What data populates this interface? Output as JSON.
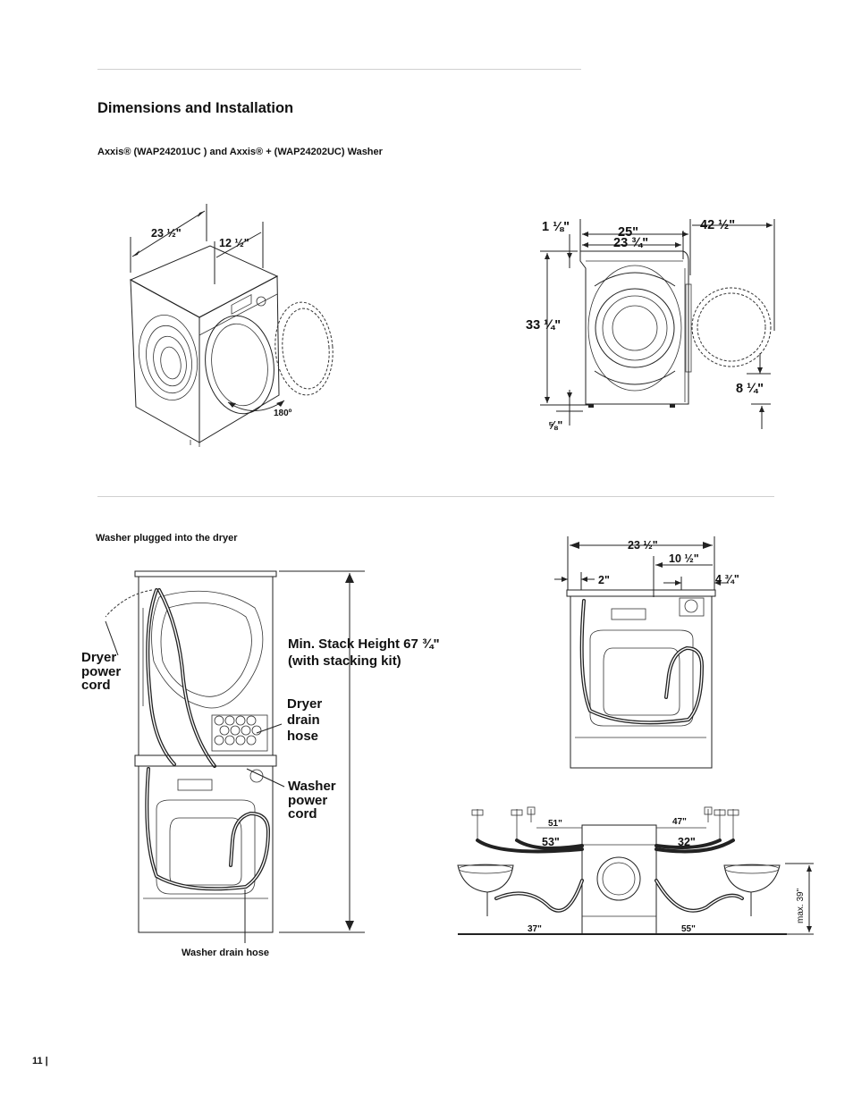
{
  "header": {
    "title": "Dimensions and Installation",
    "subtitle": "Axxis® (WAP24201UC ) and Axxis® + (WAP24202UC) Washer"
  },
  "figure_washer_iso": {
    "depth_label": "23 ½\"",
    "door_depth_label": "12 ½\"",
    "door_angle_label": "180º"
  },
  "figure_washer_side": {
    "top_offset_label": "1 ⅛\"",
    "depth_total_label": "25\"",
    "depth_body_label": "23 ¾\"",
    "door_open_depth_label": "42 ½\"",
    "height_label": "33 ¼\"",
    "door_bottom_label": "8 ¼\"",
    "feet_label": "⅝\""
  },
  "stack_section": {
    "caption": "Washer plugged into the dryer",
    "dryer_power_cord": "Dryer power cord",
    "min_stack_height": "Min. Stack Height 67 ¾\" (with stacking kit)",
    "dryer_drain_hose": "Dryer drain hose",
    "washer_power_cord": "Washer power cord",
    "washer_drain_hose": "Washer drain hose"
  },
  "figure_rear": {
    "width_label": "23 ½\"",
    "inlet_offset_label": "10 ½\"",
    "left_offset_label": "2\"",
    "right_offset_label": "4 ¾\""
  },
  "figure_hoses": {
    "left_upper_label": "51\"",
    "left_lower_label": "53\"",
    "left_drain_label": "37\"",
    "right_upper_label": "47\"",
    "right_lower_label": "32\"",
    "right_drain_label": "55\"",
    "max_height_label": "max. 39\""
  },
  "footer": {
    "page_number": "11 |"
  }
}
